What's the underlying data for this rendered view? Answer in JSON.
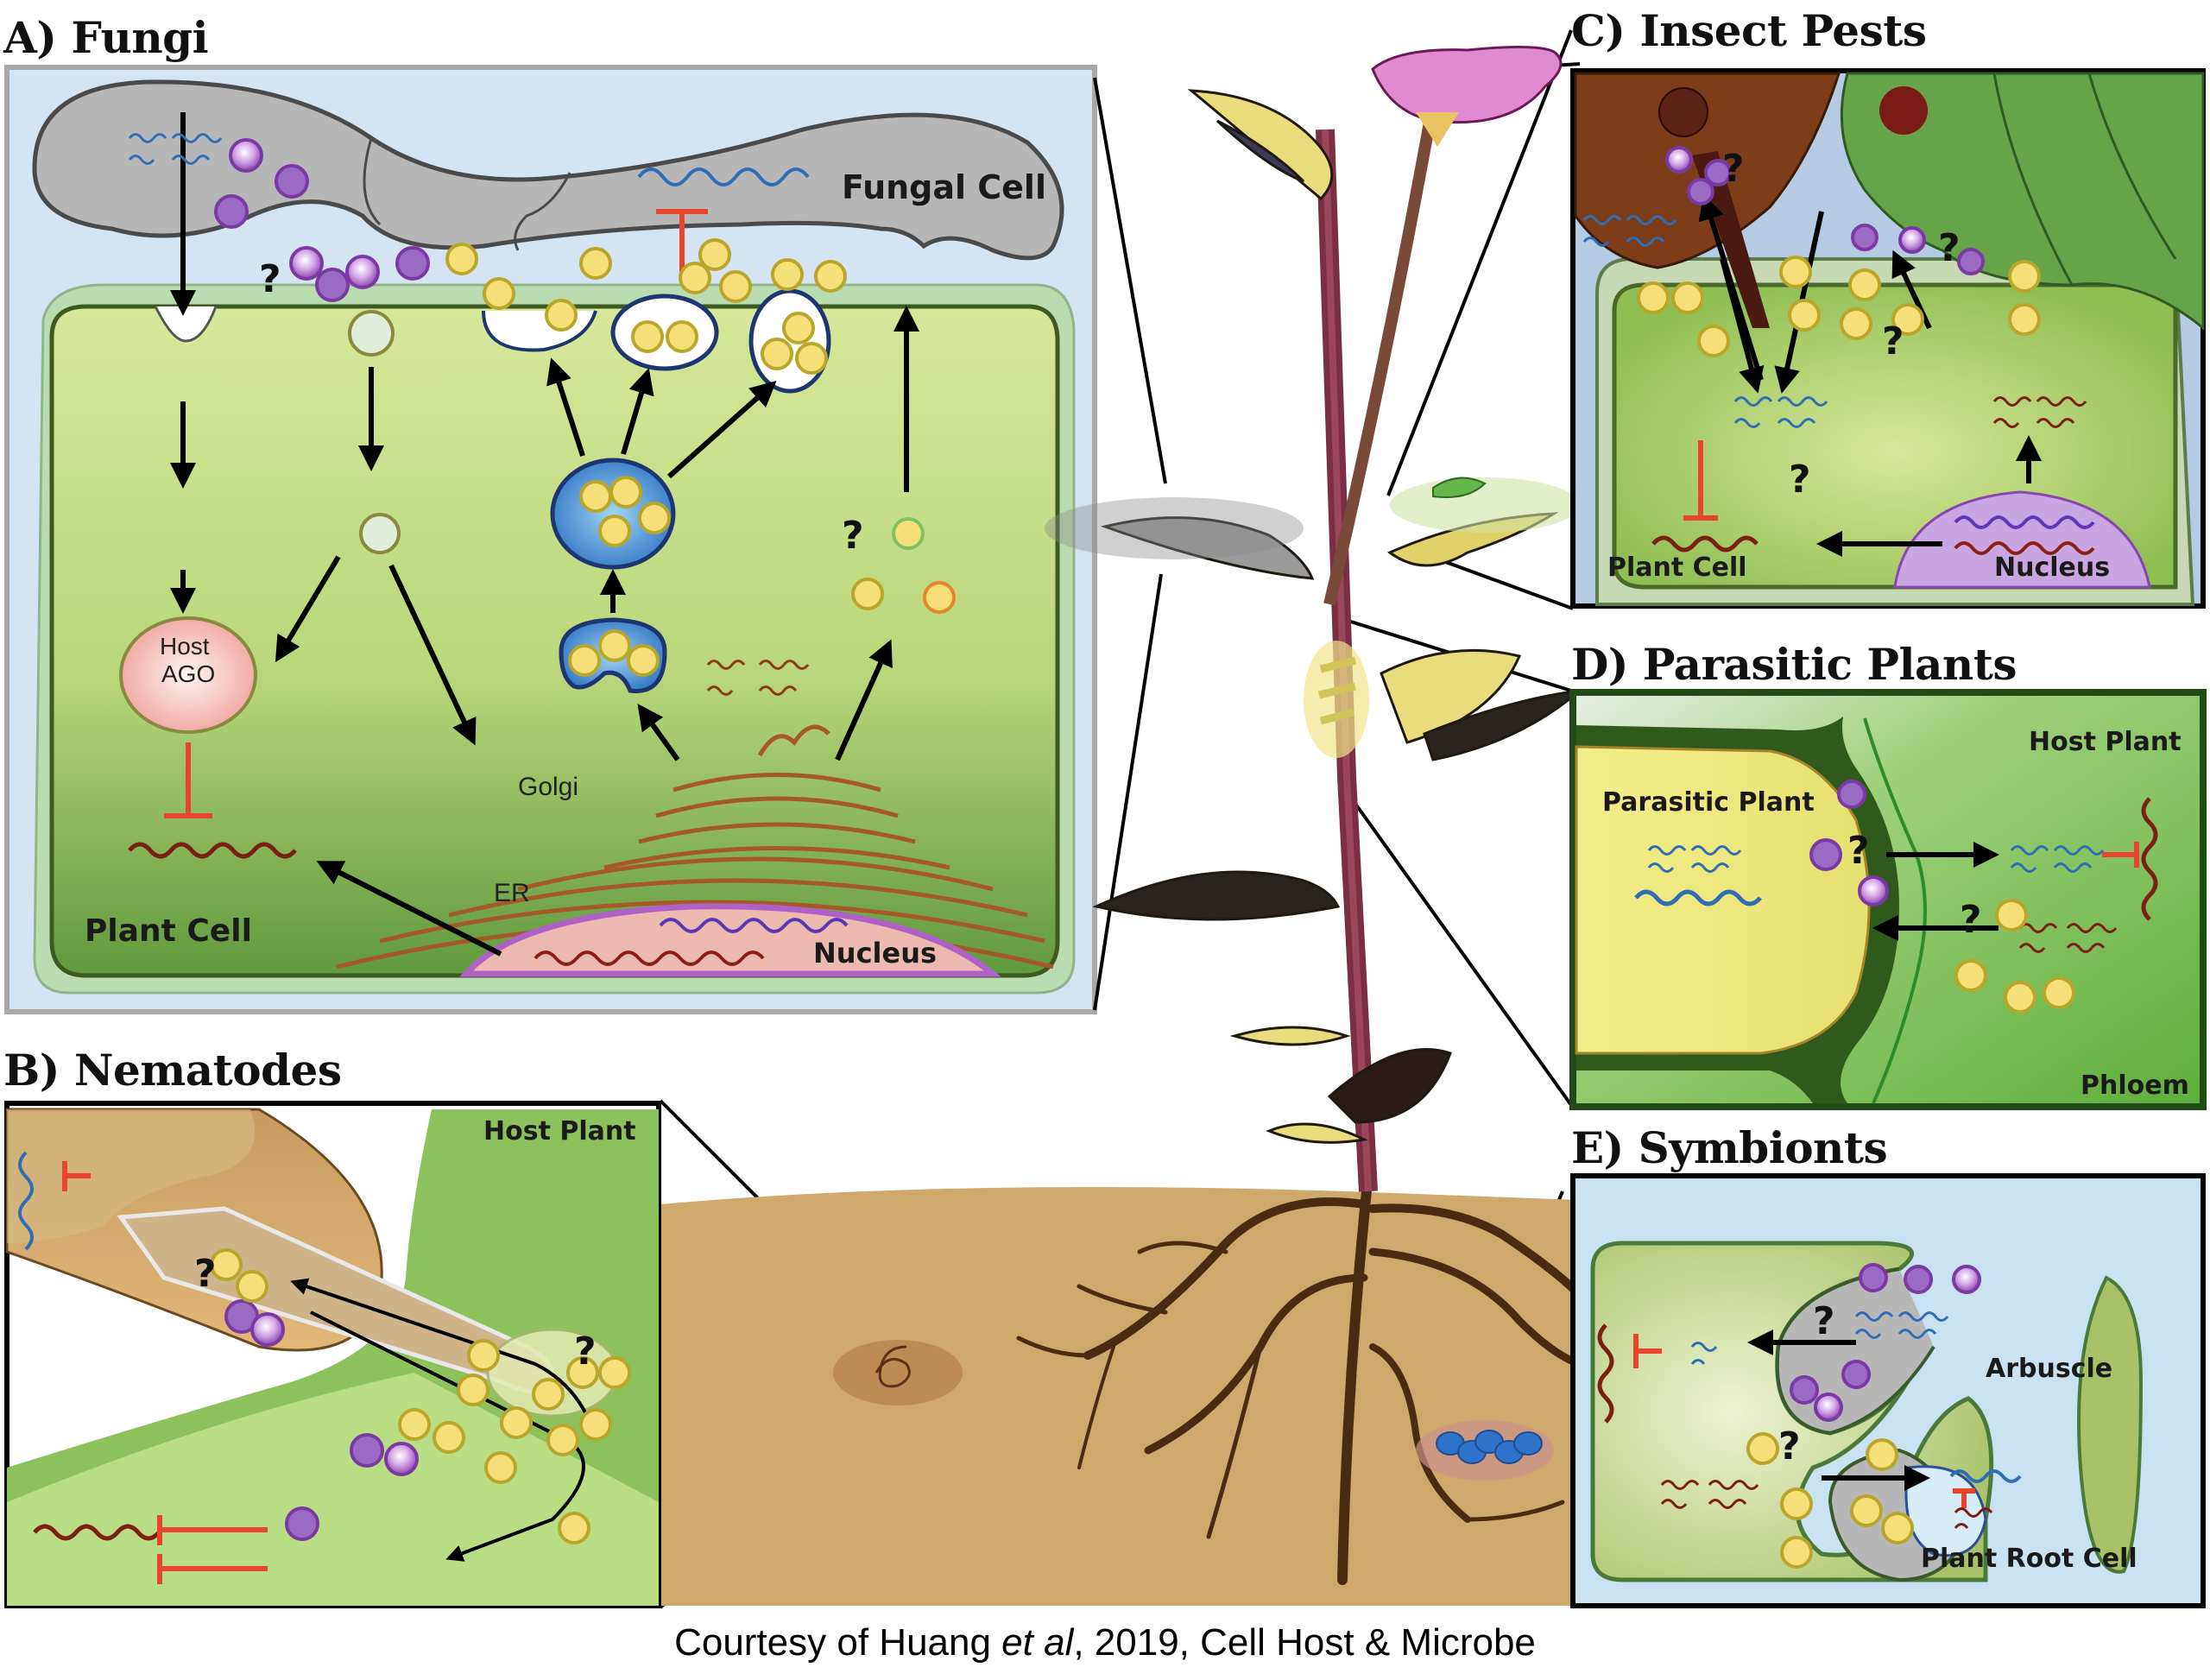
{
  "figure": {
    "caption": {
      "prefix": "Courtesy of  Huang ",
      "italic": "et al",
      "suffix": ", 2019, Cell Host & Microbe"
    }
  },
  "panels": {
    "fungi": {
      "title": "A) Fungi",
      "labels": {
        "fungal_cell": "Fungal Cell",
        "host_ago_line1": "Host",
        "host_ago_line2": "AGO",
        "golgi": "Golgi",
        "er": "ER",
        "plant_cell": "Plant Cell",
        "nucleus": "Nucleus"
      }
    },
    "nematodes": {
      "title": "B) Nematodes",
      "labels": {
        "host_plant": "Host Plant"
      }
    },
    "insect_pests": {
      "title": "C) Insect Pests",
      "labels": {
        "plant_cell": "Plant Cell",
        "nucleus": "Nucleus"
      }
    },
    "parasitic_plants": {
      "title": "D) Parasitic Plants",
      "labels": {
        "host_plant": "Host Plant",
        "parasitic_plant": "Parasitic Plant",
        "phloem": "Phloem"
      }
    },
    "symbionts": {
      "title": "E) Symbionts",
      "labels": {
        "arbuscle": "Arbuscle",
        "plant_root_cell": "Plant Root Cell"
      }
    }
  },
  "symbols": {
    "unknown": "?"
  },
  "colors": {
    "srna_blue": "#2f6db5",
    "srna_brown": "#7a1f12",
    "inhibit_red": "#e8452c",
    "plant_cell_green": "#c9df86",
    "fungal_gray": "#b4b4b4",
    "soil": "#cfa96b",
    "evs_yellow": "#f6df78",
    "vesicle_purple": "#9b59c0"
  }
}
